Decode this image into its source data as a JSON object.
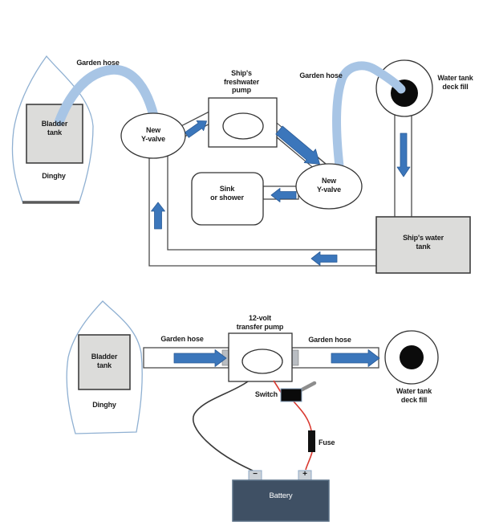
{
  "page": {
    "background": "#ffffff"
  },
  "colors": {
    "flow_arrow": "#3b76bb",
    "hose": "#a8c5e5",
    "hull_outline": "#8fb0d2",
    "tank_fill": "#dcdcda",
    "battery_fill": "#3f5064",
    "wire_positive": "#d93a31",
    "wire_negative": "#3a3a3a"
  },
  "top_diagram": {
    "garden_hose_left_label": "Garden hose",
    "bladder_tank_label": "Bladder\ntank",
    "dinghy_label": "Dinghy",
    "y_valve_1_label": "New\nY-valve",
    "pump_label": "Ship's\nfreshwater\npump",
    "garden_hose_right_label": "Garden hose",
    "deck_fill_label": "Water tank\ndeck fill",
    "y_valve_2_label": "New\nY-valve",
    "sink_label": "Sink\nor shower",
    "water_tank_label": "Ship's water\ntank"
  },
  "bottom_diagram": {
    "bladder_tank_label": "Bladder\ntank",
    "dinghy_label": "Dinghy",
    "garden_hose_left_label": "Garden hose",
    "pump_label": "12-volt\ntransfer pump",
    "garden_hose_right_label": "Garden hose",
    "deck_fill_label": "Water tank\ndeck fill",
    "switch_label": "Switch",
    "fuse_label": "Fuse",
    "battery_label": "Battery",
    "battery_negative_symbol": "−",
    "battery_positive_symbol": "+"
  }
}
